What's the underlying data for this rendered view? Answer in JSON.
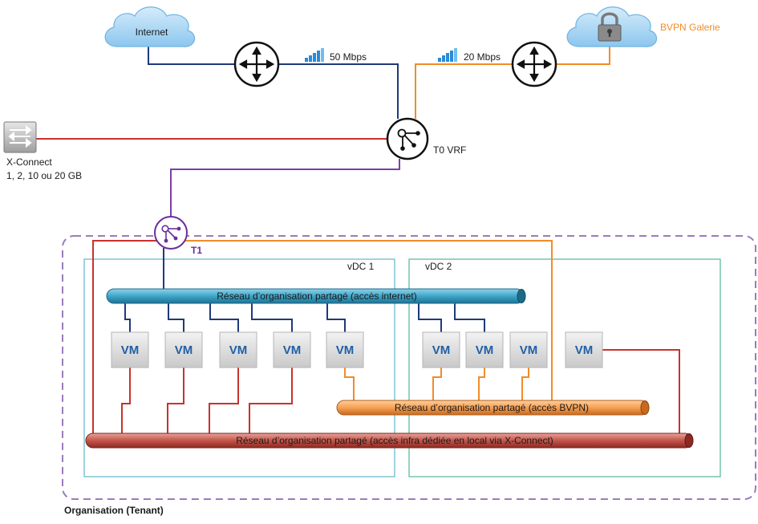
{
  "nodes": {
    "internet": "Internet",
    "bvpn": "BVPN Galerie",
    "xconnect_line1": "X-Connect",
    "xconnect_line2": "1, 2, 10 ou 20 GB",
    "t0": "T0 VRF",
    "t1": "T1"
  },
  "links": {
    "internet_bw": "50 Mbps",
    "bvpn_bw": "20 Mbps"
  },
  "containers": {
    "vdc1": "vDC 1",
    "vdc2": "vDC 2",
    "org": "Organisation (Tenant)"
  },
  "networks": {
    "internet": "Réseau d’organisation partagé (accès internet)",
    "bvpn": "Réseau d’organisation partagé (accès BVPN)",
    "xconnect": "Réseau d’organisation partagé (accès infra dédiée en local via X-Connect)"
  },
  "vm_label": "VM",
  "colors": {
    "internet_link": "#1f3a78",
    "bvpn_link": "#f28c28",
    "xconnect_link": "#c8322c",
    "t1_link": "#7b3fa6",
    "vdc_border": "#5fb7c9",
    "vdc2_border": "#4fb89a",
    "org_border": "#9b7bbd",
    "bvpn_label": "#f28c28",
    "t1_label": "#6a2f9a"
  }
}
